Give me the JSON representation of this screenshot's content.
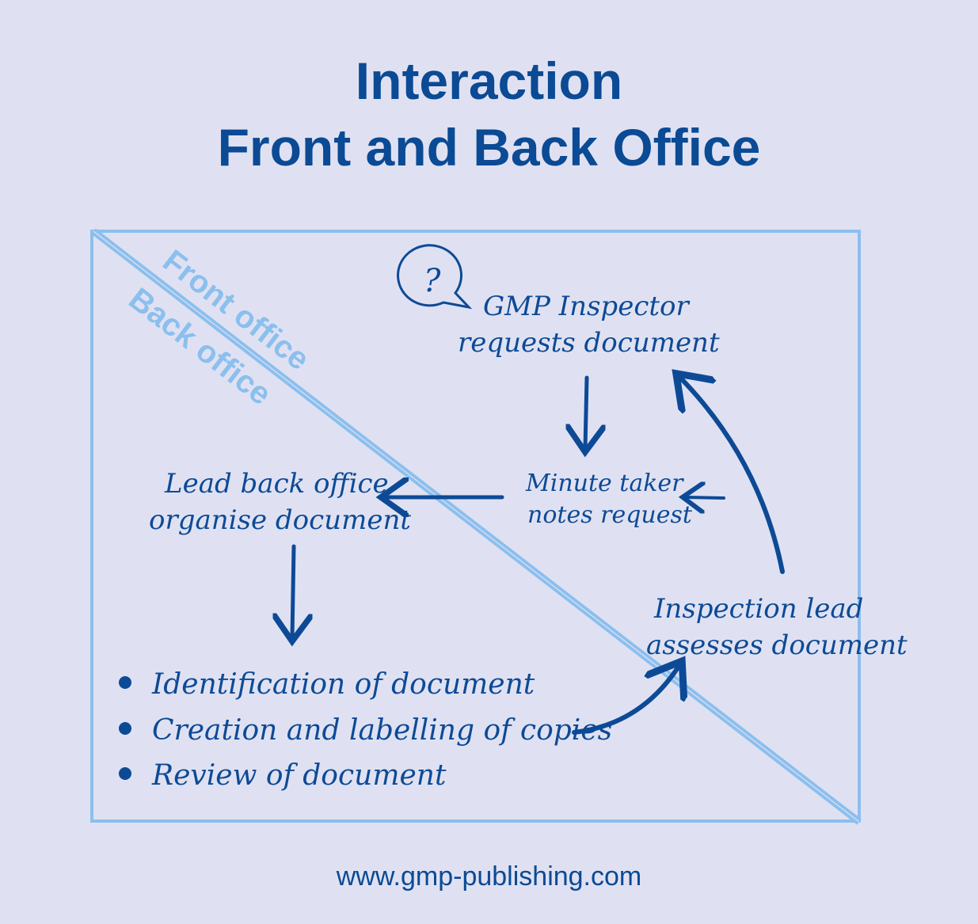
{
  "title": {
    "line1": "Interaction",
    "line2": "Front and Back Office"
  },
  "zones": {
    "front": "Front office",
    "back": "Back office"
  },
  "nodes": {
    "inspector": {
      "line1": "GMP Inspector",
      "line2": "requests document"
    },
    "minute_taker": {
      "line1": "Minute taker",
      "line2": "notes request"
    },
    "lead_back_office": {
      "line1": "Lead back office",
      "line2": "organise document"
    },
    "inspection_lead": {
      "line1": "Inspection lead",
      "line2": "assesses document"
    }
  },
  "tasks": [
    "Identification of document",
    "Creation and labelling of copies",
    "Review of document"
  ],
  "footer": "www.gmp-publishing.com",
  "colors": {
    "background": "#dfe1f2",
    "primary": "#0d4a96",
    "accent": "#8bbfee"
  }
}
